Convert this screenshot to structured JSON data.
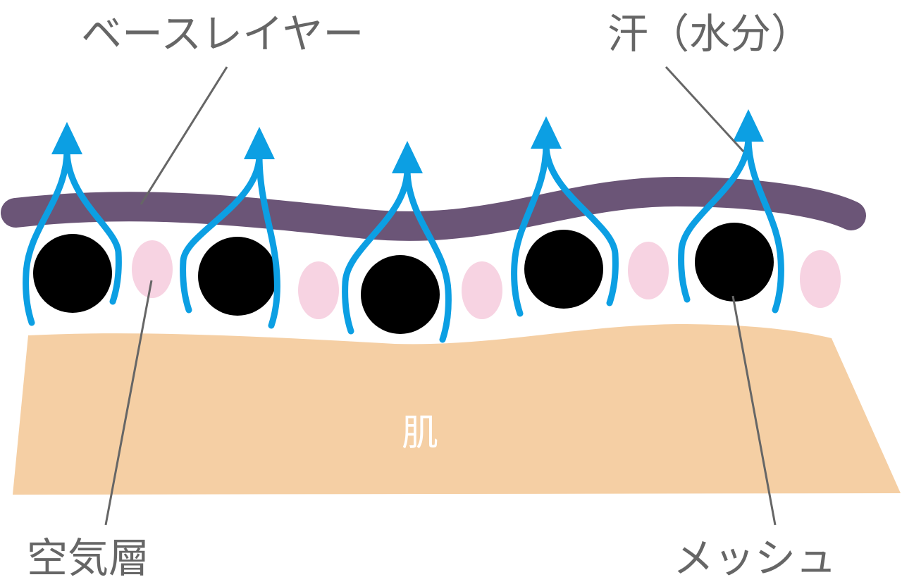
{
  "labels": {
    "base_layer": "ベースレイヤー",
    "sweat": "汗（水分）",
    "skin": "肌",
    "air_layer": "空気層",
    "mesh": "メッシュ"
  },
  "colors": {
    "base_layer": "#6b5577",
    "arrow": "#0c9fe3",
    "air_pocket": "#f7d3e2",
    "skin": "#f5cfa4",
    "mesh": "#000000",
    "text": "#666666",
    "leader": "#666666"
  }
}
